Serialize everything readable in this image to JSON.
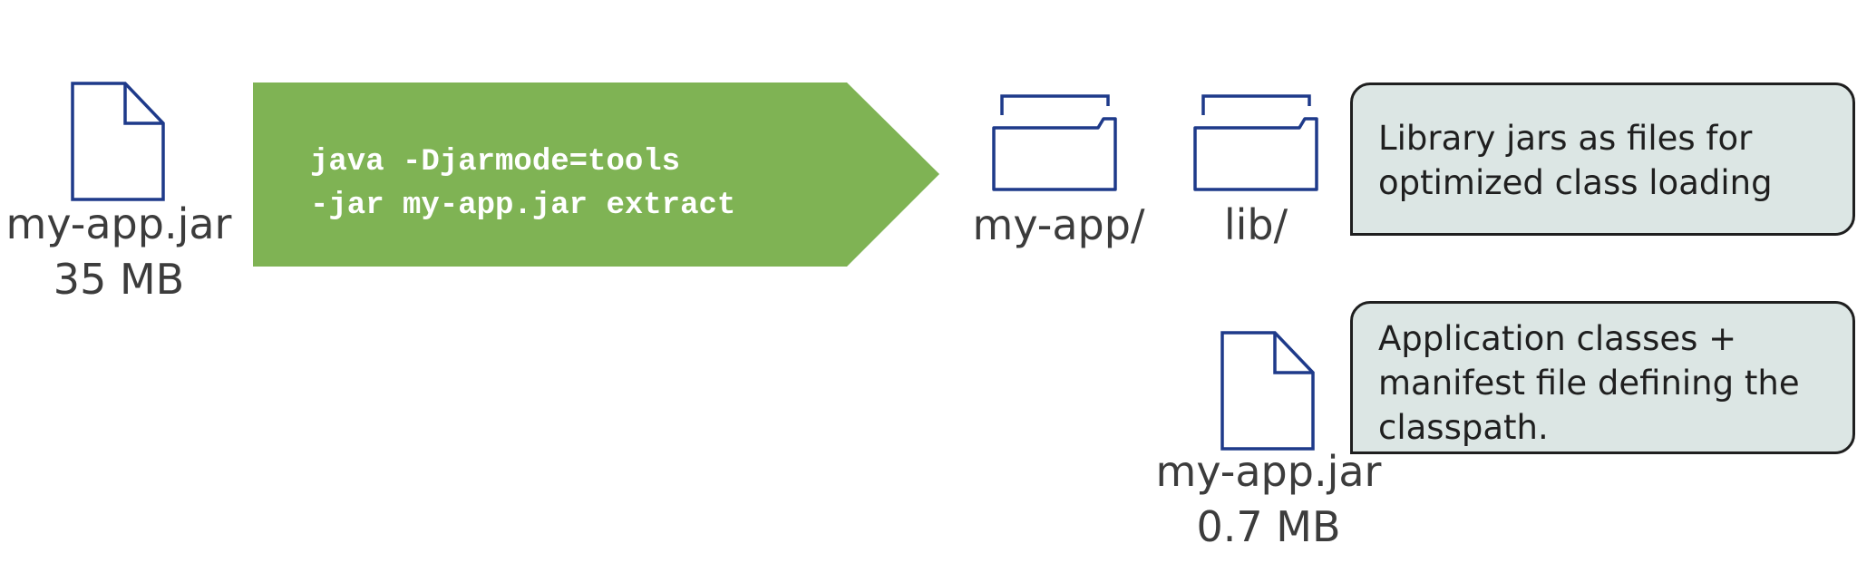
{
  "source": {
    "icon": "file-icon",
    "filename": "my-app.jar",
    "size": "35 MB"
  },
  "command": {
    "line1": "java -Djarmode=tools",
    "line2": "-jar my-app.jar extract",
    "color": "#7fb354"
  },
  "output": {
    "app_folder": {
      "icon": "folder-icon",
      "label": "my-app/"
    },
    "lib_folder": {
      "icon": "folder-icon",
      "label": "lib/"
    },
    "jar": {
      "icon": "file-icon",
      "filename": "my-app.jar",
      "size": "0.7 MB"
    }
  },
  "callouts": {
    "lib": {
      "line1": "Library jars as files for",
      "line2": "optimized class loading"
    },
    "app": {
      "line1": "Application classes +",
      "line2": "manifest file defining the",
      "line3": "classpath."
    }
  },
  "colors": {
    "icon_stroke": "#1e3a8a",
    "arrow_fill": "#7fb354",
    "callout_fill": "#dce6e4"
  }
}
